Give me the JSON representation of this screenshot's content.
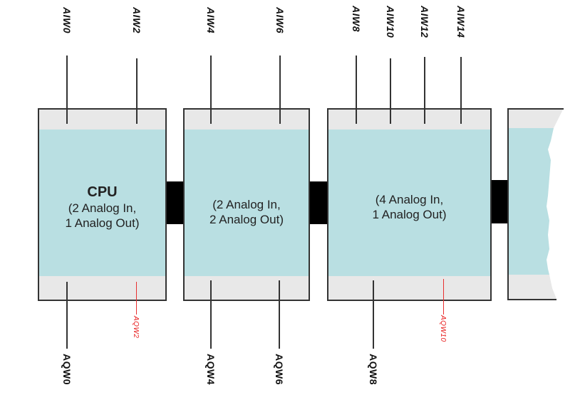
{
  "diagram": {
    "colors": {
      "module_body": "#b9dfe2",
      "module_frame": "#e8e8e8",
      "outline": "#333333",
      "connector": "#000000",
      "reserved_label": "#e82020"
    },
    "modules": [
      {
        "title": "CPU",
        "line1": "(2 Analog In,",
        "line2": "1 Analog Out)",
        "inputs": [
          "AIW0",
          "AIW2"
        ],
        "outputs": [
          "AQW0"
        ],
        "reserved_outputs": [
          "AQW2"
        ]
      },
      {
        "title": "",
        "line1": "(2 Analog In,",
        "line2": "2 Analog Out)",
        "inputs": [
          "AIW4",
          "AIW6"
        ],
        "outputs": [
          "AQW4",
          "AQW6"
        ],
        "reserved_outputs": []
      },
      {
        "title": "",
        "line1": "(4 Analog In,",
        "line2": "1 Analog Out)",
        "inputs": [
          "AIW8",
          "AIW10",
          "AIW12",
          "AIW14"
        ],
        "outputs": [
          "AQW8"
        ],
        "reserved_outputs": [
          "AQW10"
        ]
      }
    ],
    "continuation_module": "partial-module-cut-off"
  }
}
